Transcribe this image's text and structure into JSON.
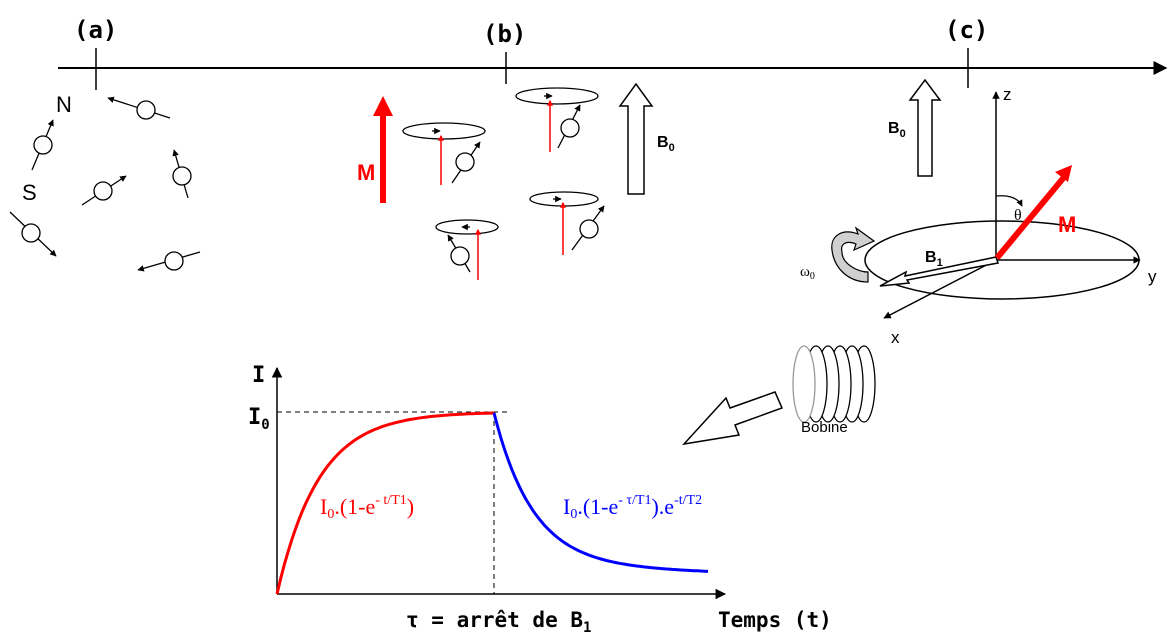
{
  "timeline": {
    "stage_a": "(a)",
    "stage_b": "(b)",
    "stage_c": "(c)"
  },
  "panel_a": {
    "north": "N",
    "south": "S"
  },
  "panel_b": {
    "magnetization": "M",
    "field_main": "B",
    "field_main_sub": "0"
  },
  "panel_c": {
    "field_main": "B",
    "field_main_sub": "0",
    "axis_z": "z",
    "axis_y": "y",
    "axis_x": "x",
    "theta": "θ",
    "magnetization": "M",
    "field_rf": "B",
    "field_rf_sub": "1",
    "omega": "ω",
    "omega_sub": "0",
    "coil_label": "Bobine"
  },
  "graph": {
    "y_axis": "I",
    "y_level": "I",
    "y_level_sub": "0",
    "x_axis": "Temps (t)",
    "tau_label_prefix": "τ = arrêt de B",
    "tau_label_sub": "1",
    "rise_formula": {
      "a": "I",
      "a_sub": "0",
      "b": ".(1-e",
      "c_sup": "- t/T1",
      "d": ")"
    },
    "decay_formula": {
      "a": "I",
      "a_sub": "0",
      "b": ".(1-e",
      "c_sup": "- τ/T1",
      "d": ").e",
      "e_sup": "-t/T2"
    },
    "colors": {
      "rise": "#ff0000",
      "decay": "#0000ff"
    }
  }
}
